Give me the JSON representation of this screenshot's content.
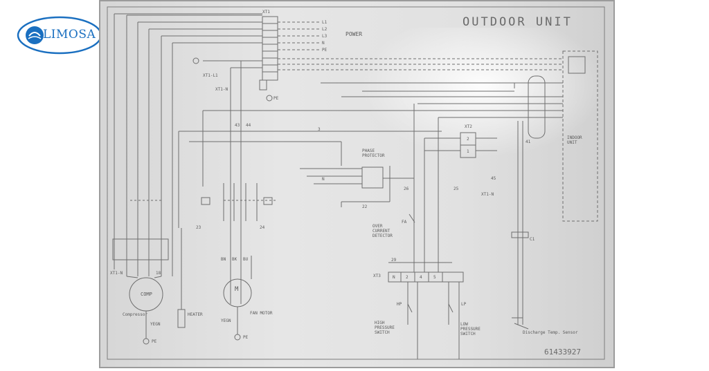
{
  "logo": {
    "text": "LIMOSA",
    "color": "#1a6fc0"
  },
  "diagram": {
    "title": "OUTDOOR UNIT",
    "serial": "61433927",
    "terminal_blocks": {
      "xt1": "XT1",
      "xt2": "XT2",
      "xt3": "XT3"
    },
    "xt1_terminals": [
      "L1",
      "L2",
      "L3",
      "N",
      "PE"
    ],
    "power_label": "POWER",
    "xt1_l1": "XT1-L1",
    "xt1_n": "XT1-N",
    "pe_label": "PE",
    "indoor_unit": "INDOOR\nUNIT",
    "phase_protector": "PHASE\nPROTECTOR",
    "over_current_detector": "OVER\nCURRENT\nDETECTOR",
    "high_pressure_switch": "HIGH\nPRESSURE\nSWITCH",
    "low_pressure_switch": "LOW\nPRESSURE\nSWITCH",
    "discharge_temp_sensor": "Discharge Temp. Sensor",
    "compressor": "COMP",
    "compressor_caption": "Compressor",
    "fan_motor": "M",
    "fan_motor_caption": "FAN MOTOR",
    "xt3_terminals": [
      "N",
      "2",
      "4",
      "5"
    ],
    "hp": "HP",
    "lp": "LP",
    "fa": "FA",
    "xt2_terminals": [
      "2",
      "1"
    ],
    "misc": {
      "yegn": "YEGN",
      "bn": "BN",
      "bk": "BK",
      "bu": "BU",
      "wire_23": "23",
      "wire_24": "24",
      "wire_25": "25",
      "wire_26": "26",
      "wire_29": "29",
      "wire_22": "22",
      "wire_18": "18",
      "wire_41": "41",
      "wire_43": "43",
      "wire_44": "44",
      "wire_45": "45",
      "wire_3": "3",
      "heater": "HEATER",
      "cap": "C1",
      "n_label": "N"
    }
  }
}
